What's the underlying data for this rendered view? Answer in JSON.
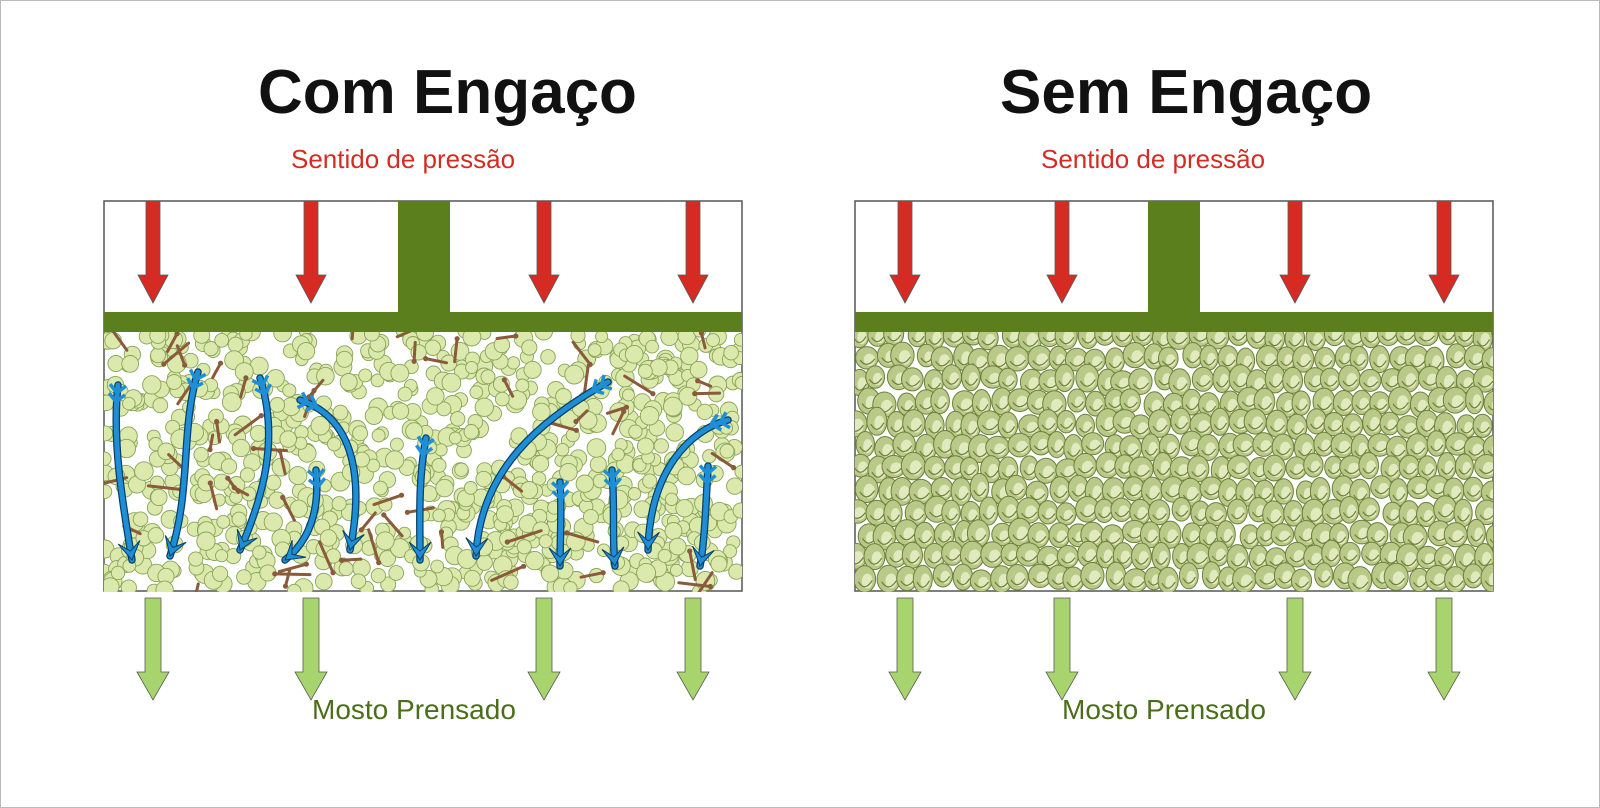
{
  "panels": [
    {
      "id": "with-stems",
      "title": "Com Engaço",
      "pressure_label": "Sentido de pressão",
      "output_label": "Mosto Prensado"
    },
    {
      "id": "without-stems",
      "title": "Sem Engaço",
      "pressure_label": "Sentido de pressão",
      "output_label": "Mosto Prensado"
    }
  ],
  "colors": {
    "pressure_arrow": "#d52b23",
    "press_plate": "#5b7f1c",
    "grape_fill": "#dbe9ad",
    "grape_stroke": "#8aa457",
    "stem": "#8a5a3b",
    "flow_arrow": "#1e8fd6",
    "output_arrow": "#a7d46c",
    "skin_fill": "#b9c987",
    "skin_shadow": "#6f7f3c"
  }
}
